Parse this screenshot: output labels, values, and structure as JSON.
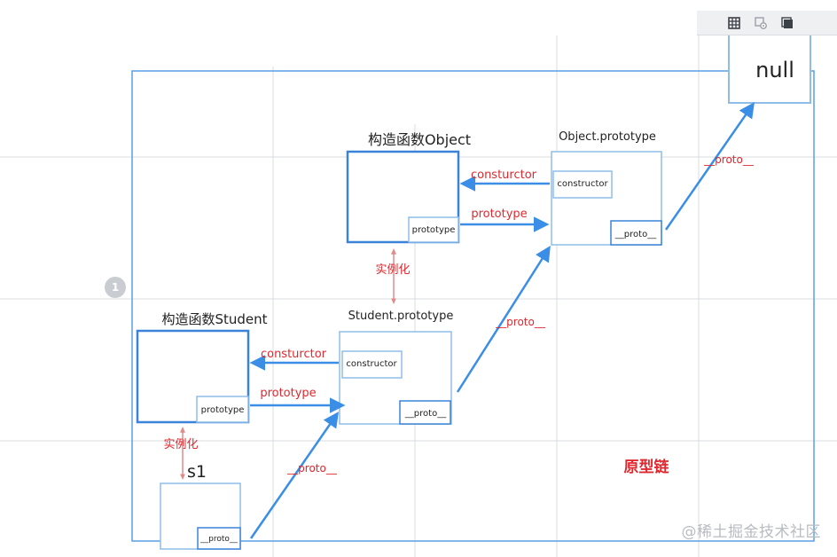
{
  "diagram": {
    "title": "原型链",
    "nodes": {
      "null_label": "null",
      "object_ctor_label": "构造函数Object",
      "object_proto_label": "Object.prototype",
      "student_ctor_label": "构造函数Student",
      "student_proto_label": "Student.prototype",
      "s1_label": "s1"
    },
    "slots": {
      "prototype": "prototype",
      "constructor": "constructor",
      "proto": "__proto__"
    },
    "arrows": {
      "object_constructor": "consturctor",
      "object_prototype": "prototype",
      "object_proto_to_null": "__proto__",
      "instantiate_object": "实例化",
      "student_proto_to_object_proto": "__proto__",
      "student_constructor": "consturctor",
      "student_prototype": "prototype",
      "instantiate_student": "实例化",
      "s1_proto": "__proto__"
    }
  },
  "badge_number": "1",
  "watermark": "@稀土掘金技术社区",
  "colors": {
    "box_strong": "#3a83d8",
    "box_light": "#8fbde8",
    "arrow": "#3a8ee6",
    "label_red": "#e0282e",
    "inst_line": "#e08a8a",
    "grid": "#d9dde2"
  },
  "toolbar": {
    "icons": [
      "grid-icon",
      "settings-icon",
      "copy-icon"
    ]
  }
}
